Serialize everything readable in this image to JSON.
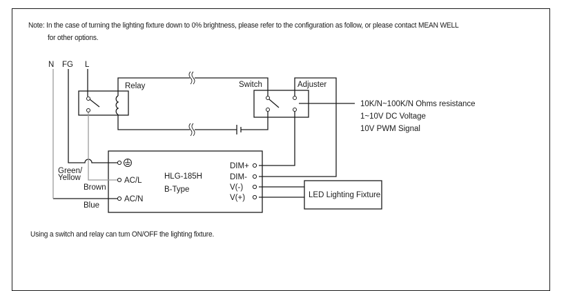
{
  "note": {
    "line1": "Note: In the case of turning the lighting fixture down to 0% brightness, please refer to the configuration as follow, or please contact MEAN WELL",
    "line2": "for other options."
  },
  "diagram": {
    "mains_labels": {
      "neutral": "N",
      "frame_ground": "FG",
      "line": "L"
    },
    "relay_label": "Relay",
    "switch_label": "Switch",
    "adjuster_label": "Adjuster",
    "dimming_options": [
      "10K/N~100K/N Ohms resistance",
      "1~10V DC Voltage",
      "10V PWM Signal"
    ],
    "wire_labels": {
      "green_yellow_1": "Green/",
      "green_yellow_2": "Yellow",
      "brown": "Brown",
      "blue": "Blue"
    },
    "driver": {
      "model": "HLG-185H",
      "type": "B-Type",
      "ground_symbol": "⏚",
      "input_terminals": {
        "line": "AC/L",
        "neutral": "AC/N"
      },
      "output_terminals": {
        "dim_plus": "DIM+",
        "dim_minus": "DIM-",
        "v_minus": "V(-)",
        "v_plus": "V(+)"
      }
    },
    "load_label": "LED Lighting Fixture",
    "colors": {
      "line": "#1a1a1a",
      "gray_wire": "#9a9a9a"
    }
  },
  "footer_text": "Using a switch and relay can tum ON/OFF the lighting fixture."
}
